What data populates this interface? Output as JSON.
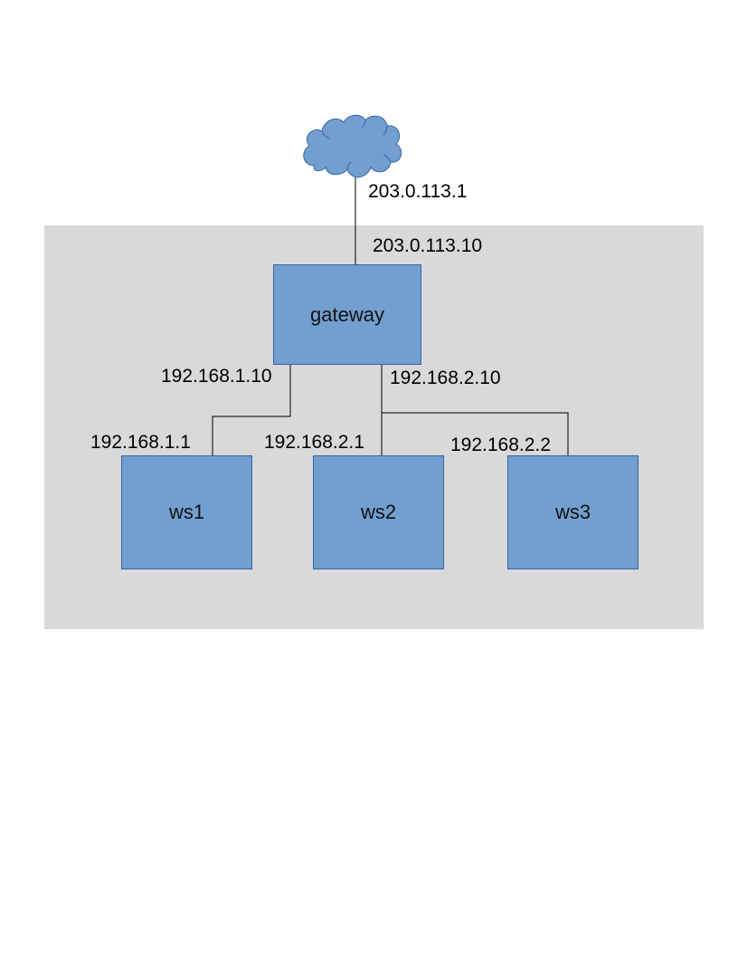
{
  "diagram": {
    "nodes": {
      "gateway": {
        "label": "gateway"
      },
      "ws1": {
        "label": "ws1"
      },
      "ws2": {
        "label": "ws2"
      },
      "ws3": {
        "label": "ws3"
      }
    },
    "addresses": {
      "internet": "203.0.113.1",
      "gateway_wan": "203.0.113.10",
      "gateway_lan1": "192.168.1.10",
      "gateway_lan2": "192.168.2.10",
      "ws1": "192.168.1.1",
      "ws2": "192.168.2.1",
      "ws3": "192.168.2.2"
    },
    "colors": {
      "node_fill": "#729fcf",
      "node_border": "#3465a4",
      "lan_area": "#d9d9d9",
      "link": "#000000"
    }
  }
}
